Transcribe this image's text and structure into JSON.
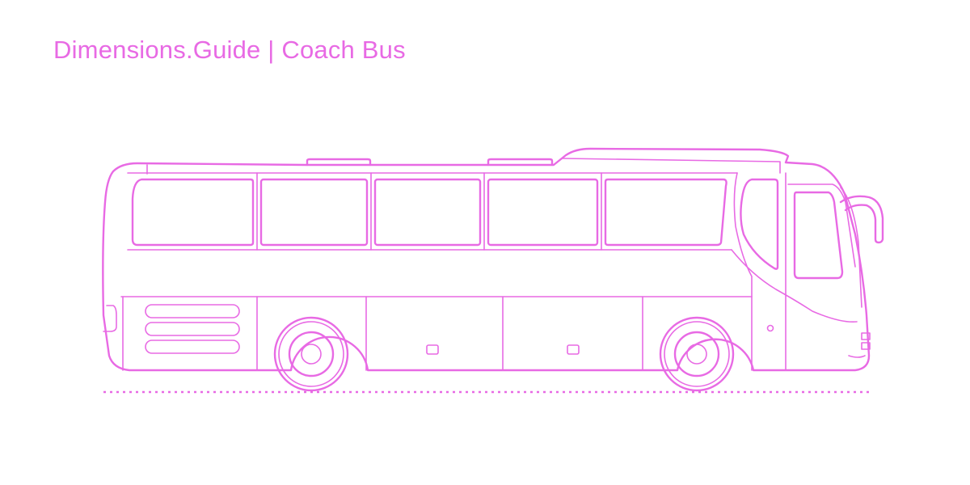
{
  "header": {
    "brand": "Dimensions.Guide",
    "separator": " | ",
    "subject": "Coach Bus"
  },
  "colors": {
    "accent": "#e86ae4",
    "background": "#ffffff"
  },
  "illustration": {
    "subject": "coach-bus-side-elevation",
    "line_style": "outline",
    "ground_line": "dotted"
  }
}
